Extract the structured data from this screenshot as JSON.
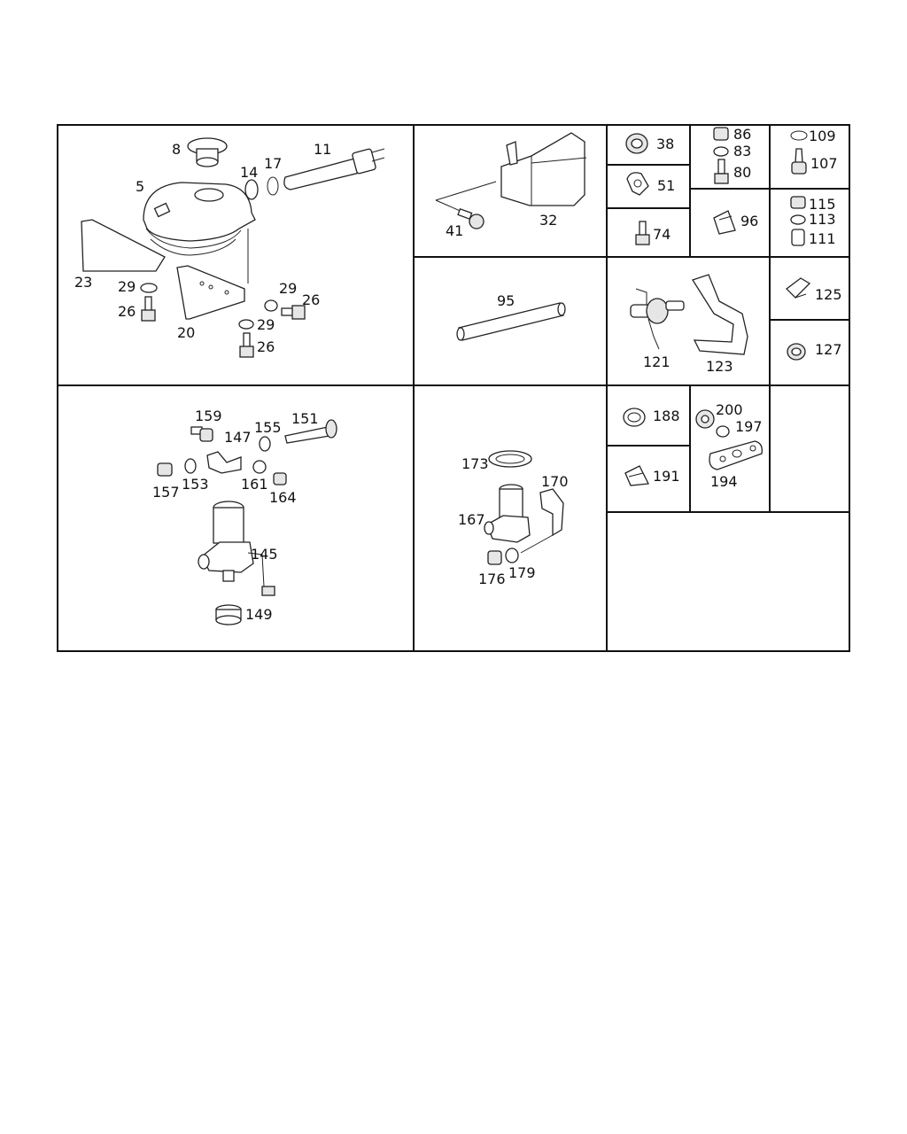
{
  "cells": [
    {
      "labels": [
        "8",
        "5",
        "14",
        "17",
        "11",
        "23",
        "29",
        "26",
        "20",
        "29",
        "26",
        "29",
        "26"
      ]
    },
    {
      "labels": [
        "32",
        "41"
      ]
    },
    {
      "labels": [
        "38"
      ]
    },
    {
      "labels": [
        "51"
      ]
    },
    {
      "labels": [
        "74"
      ]
    },
    {
      "labels": [
        "86",
        "83",
        "80"
      ]
    },
    {
      "labels": [
        "96"
      ]
    },
    {
      "labels": [
        "109",
        "107"
      ]
    },
    {
      "labels": [
        "115",
        "113",
        "111"
      ]
    },
    {
      "labels": [
        "95"
      ]
    },
    {
      "labels": [
        "121",
        "123"
      ]
    },
    {
      "labels": [
        "125"
      ]
    },
    {
      "labels": [
        "127"
      ]
    },
    {
      "labels": [
        "159",
        "151",
        "155",
        "147",
        "157",
        "153",
        "161",
        "164",
        "145",
        "149"
      ]
    },
    {
      "labels": [
        "173",
        "170",
        "167",
        "176",
        "179"
      ]
    },
    {
      "labels": [
        "188"
      ]
    },
    {
      "labels": [
        "191"
      ]
    },
    {
      "labels": [
        "200",
        "197",
        "194"
      ]
    }
  ]
}
